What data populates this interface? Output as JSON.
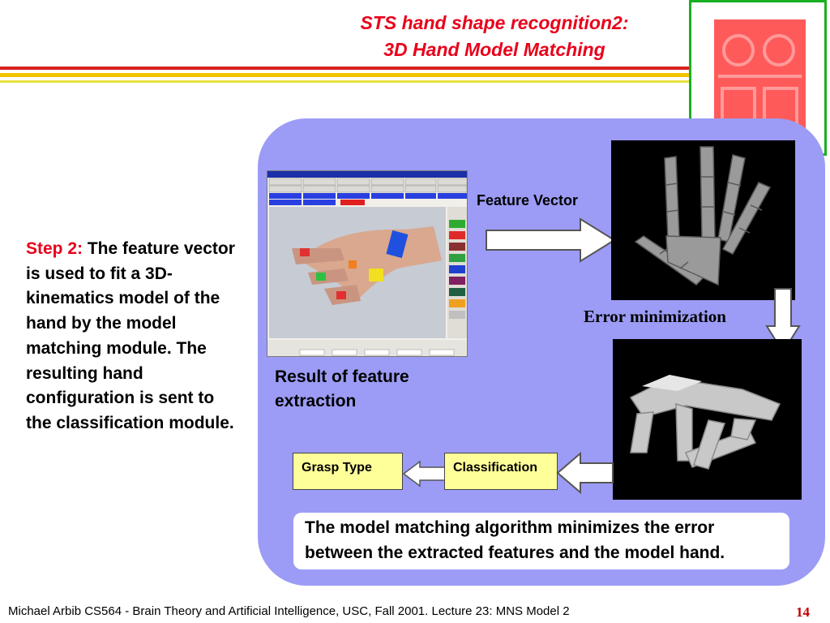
{
  "slide": {
    "title_line1": "STS hand shape recognition2:",
    "title_line2": "3D Hand Model Matching",
    "step_label": "Step 2:",
    "step_text": " The feature vector is used to fit a 3D-kinematics model of the hand by the model matching module. The resulting hand configuration is sent to the classification module.",
    "feature_vector_label": "Feature Vector",
    "error_minimization_label": "Error minimization",
    "result_label_line1": "Result of feature",
    "result_label_line2": "extraction",
    "grasp_type_label": "Grasp Type",
    "classification_label": "Classification",
    "bottom_text": "The model matching algorithm minimizes the error between the extracted features and the model hand.",
    "footer_text": "Michael Arbib CS564 - Brain Theory and Artificial Intelligence,  USC, Fall 2001. Lecture 23: MNS Model 2",
    "page_number": "14"
  },
  "colors": {
    "title_red": "#e8001a",
    "panel_blue": "#9c9cf6",
    "box_yellow": "#ffff99",
    "logo_green": "#18b020"
  }
}
